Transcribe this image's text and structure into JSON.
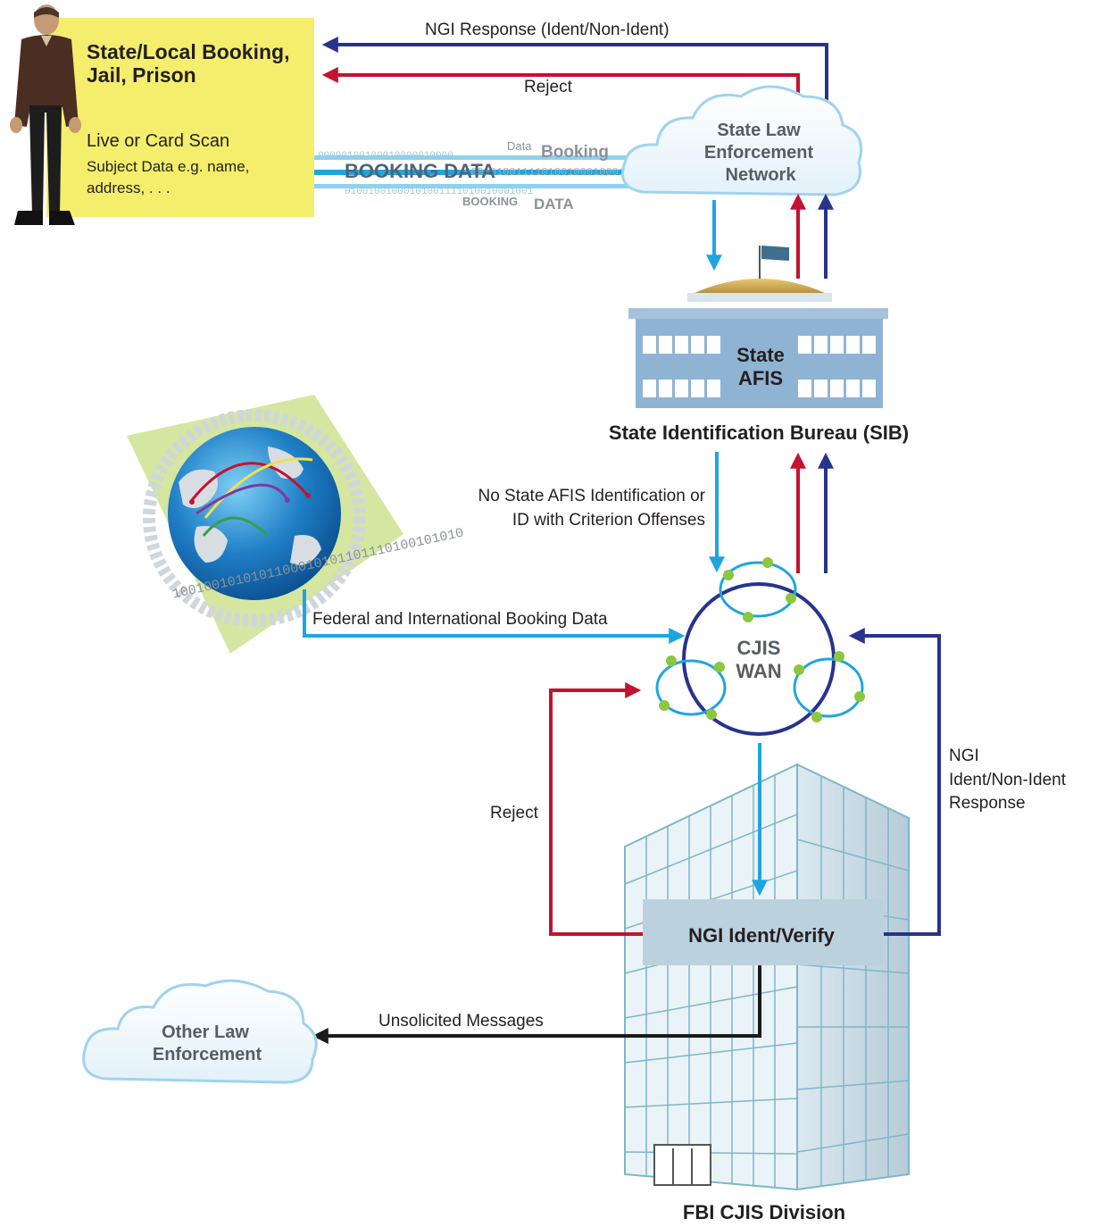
{
  "booking_box": {
    "title_line1": "State/Local Booking,",
    "title_line2": "Jail, Prison",
    "line1": "Live or Card Scan",
    "line2": "Subject Data e.g. name,",
    "line3": "address, . . ."
  },
  "booking_stream": {
    "bits_top": "00000100100010000010000",
    "bits_mid": "0001010011110100100010001",
    "bits_bottom": "01001001000101001111010010001001",
    "word_big": "BOOKING DATA",
    "word_data_top": "Data",
    "word_booking_top": "Booking",
    "word_booking_bottom": "BOOKING",
    "word_data_bottom": "DATA"
  },
  "state_network": {
    "line1": "State Law",
    "line2": "Enforcement",
    "line3": "Network"
  },
  "top_labels": {
    "ngi_response": "NGI Response (Ident/Non-Ident)",
    "reject": "Reject"
  },
  "state_afis": {
    "line1": "State",
    "line2": "AFIS",
    "caption": "State Identification Bureau (SIB)"
  },
  "sib_label": {
    "line1": "No State AFIS Identification or",
    "line2": "ID with Criterion Offenses"
  },
  "globe": {
    "federal_label": "Federal and International Booking Data",
    "ring_text": "1001001010101100010101101110100101010"
  },
  "cjis_wan": {
    "line1": "CJIS",
    "line2": "WAN"
  },
  "lower_labels": {
    "reject": "Reject",
    "ngi_response_line1": "NGI",
    "ngi_response_line2": "Ident/Non-Ident",
    "ngi_response_line3": "Response",
    "unsolicited": "Unsolicited Messages"
  },
  "ngi_box": {
    "label": "NGI Ident/Verify"
  },
  "fbi": {
    "caption": "FBI CJIS Division"
  },
  "other_le": {
    "line1": "Other Law",
    "line2": "Enforcement"
  },
  "colors": {
    "yellow_box": "#f4ee6c",
    "navy_arrow": "#27348b",
    "red_arrow": "#c4122f",
    "cyan_arrow": "#1ea5df",
    "black_arrow": "#1a1a1a",
    "building_blue": "#8fb3d3",
    "ngi_box": "#bcd1de",
    "node_green": "#8dc63f",
    "globe_bg": "#d5e6a0"
  },
  "icons": [
    "person-icon",
    "cloud-icon",
    "building-icon",
    "flag-icon",
    "globe-icon",
    "network-ring-icon",
    "skyscraper-icon"
  ]
}
